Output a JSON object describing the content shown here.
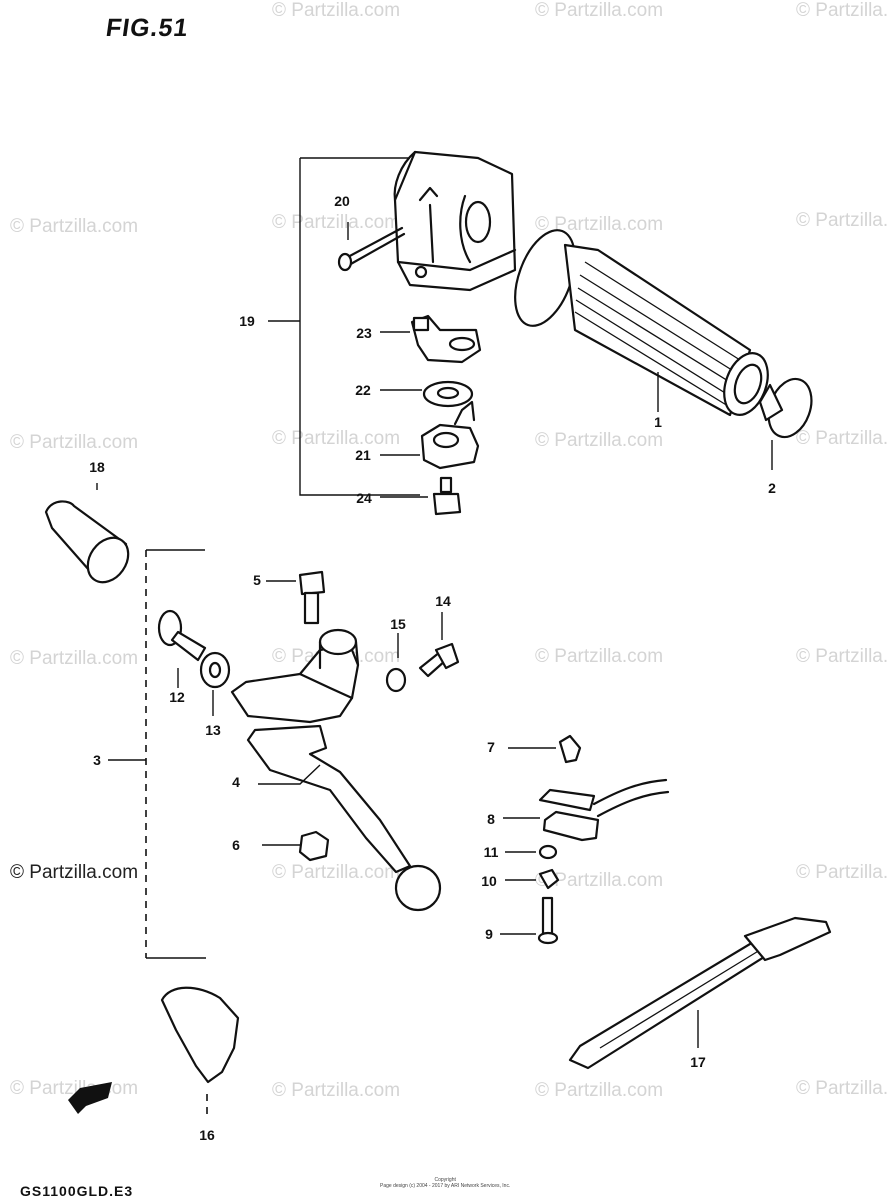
{
  "figure": {
    "title": "FIG.51"
  },
  "watermark": {
    "text": "© Partzilla.com"
  },
  "callouts": [
    "1",
    "2",
    "3",
    "4",
    "5",
    "6",
    "7",
    "8",
    "9",
    "10",
    "11",
    "12",
    "13",
    "14",
    "15",
    "16",
    "17",
    "18",
    "19",
    "20",
    "21",
    "22",
    "23",
    "24"
  ],
  "footer": {
    "model_code": "GS1100GLD.E3",
    "copyright_line1": "Copyright",
    "copyright_line2": "Page design (c) 2004 - 2017 by ARI Network Services, Inc."
  }
}
